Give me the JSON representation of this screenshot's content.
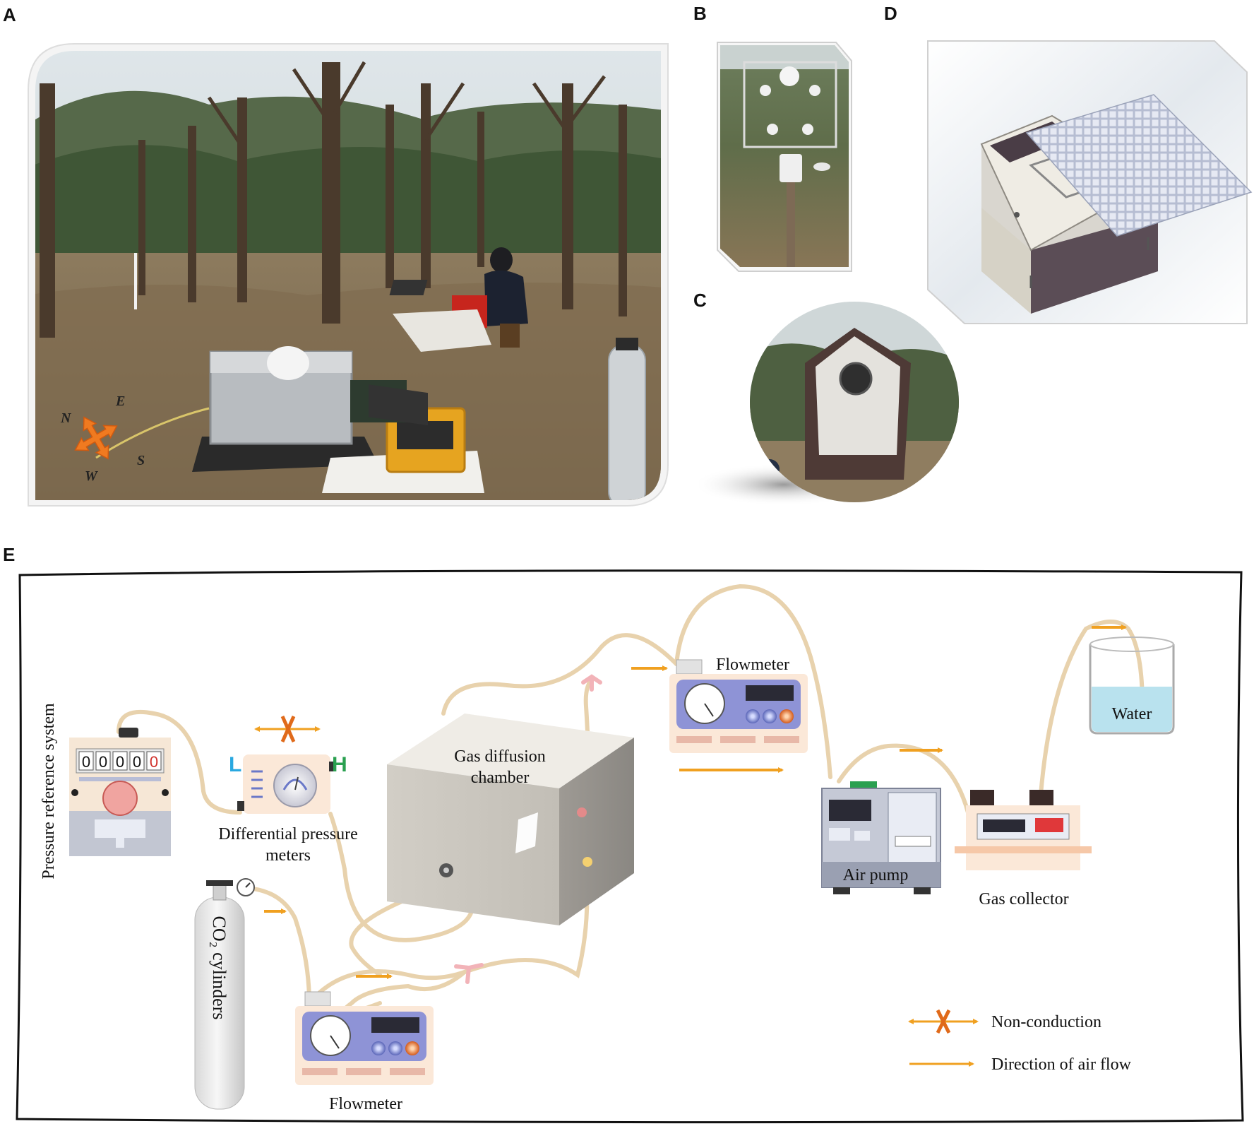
{
  "panels": {
    "a": "A",
    "b": "B",
    "c": "C",
    "d": "D",
    "e": "E"
  },
  "compass": {
    "n": "N",
    "e": "E",
    "s": "S",
    "w": "W"
  },
  "diagram": {
    "pressure_reference": "Pressure reference system",
    "counter_digits": [
      "0",
      "0",
      "0",
      "0",
      "0"
    ],
    "diff_pressure_line1": "Differential  pressure",
    "diff_pressure_line2": "meters",
    "low_label": "L",
    "high_label": "H",
    "chamber_line1": "Gas diffusion",
    "chamber_line2": "chamber",
    "flowmeter_top": "Flowmeter",
    "flowmeter_bottom": "Flowmeter",
    "cylinder_label": "CO₂ cylinders",
    "air_pump": "Air pump",
    "gas_collector": "Gas collector",
    "water": "Water"
  },
  "legend": {
    "non_conduction": "Non-conduction",
    "air_flow": "Direction of air flow"
  },
  "colors": {
    "arrow": "#f0a020",
    "tube": "#e8d2ad",
    "chamber": "#c8c4bd",
    "flow_panel": "#8e93d6",
    "water": "#b9e2ee"
  }
}
